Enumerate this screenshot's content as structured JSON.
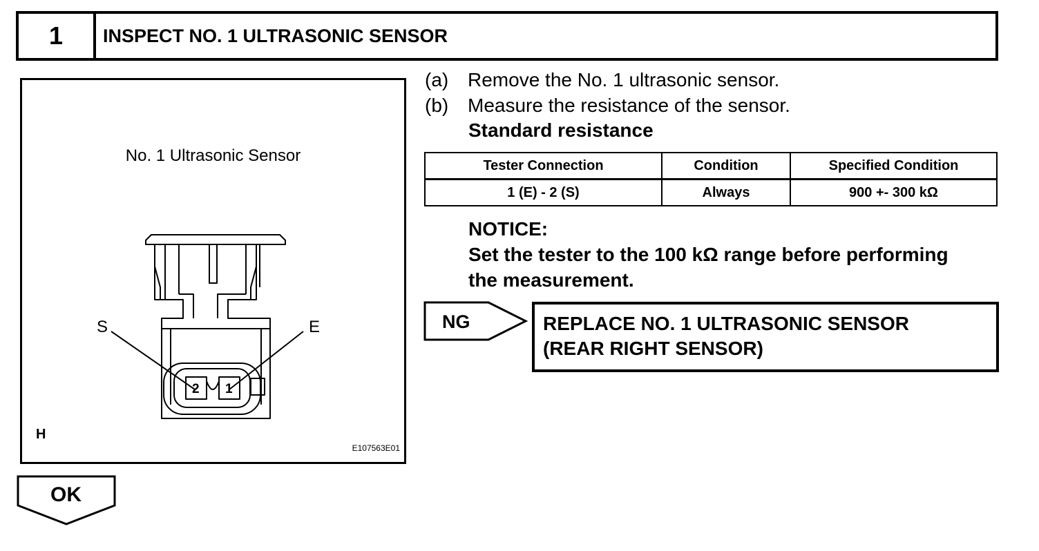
{
  "header": {
    "step_number": "1",
    "title": "INSPECT NO. 1 ULTRASONIC SENSOR"
  },
  "figure": {
    "caption": "No. 1 Ultrasonic Sensor",
    "label_s": "S",
    "label_e": "E",
    "terminal_2": "2",
    "terminal_1": "1",
    "side_mark": "H",
    "code": "E107563E01"
  },
  "steps": [
    {
      "letter": "(a)",
      "text": "Remove the No. 1 ultrasonic sensor."
    },
    {
      "letter": "(b)",
      "text": "Measure the resistance of the sensor."
    }
  ],
  "standard_resistance_label": "Standard resistance",
  "table": {
    "headers": [
      "Tester Connection",
      "Condition",
      "Specified Condition"
    ],
    "rows": [
      [
        "1 (E) - 2 (S)",
        "Always",
        "900 +- 300 kΩ"
      ]
    ]
  },
  "notice": {
    "title": "NOTICE:",
    "line1": "Set the tester to the 100 kΩ range before performing",
    "line2": "the measurement."
  },
  "ng": {
    "label": "NG",
    "action_line1": "REPLACE NO. 1 ULTRASONIC SENSOR",
    "action_line2": "(REAR RIGHT SENSOR)"
  },
  "ok": {
    "label": "OK"
  }
}
